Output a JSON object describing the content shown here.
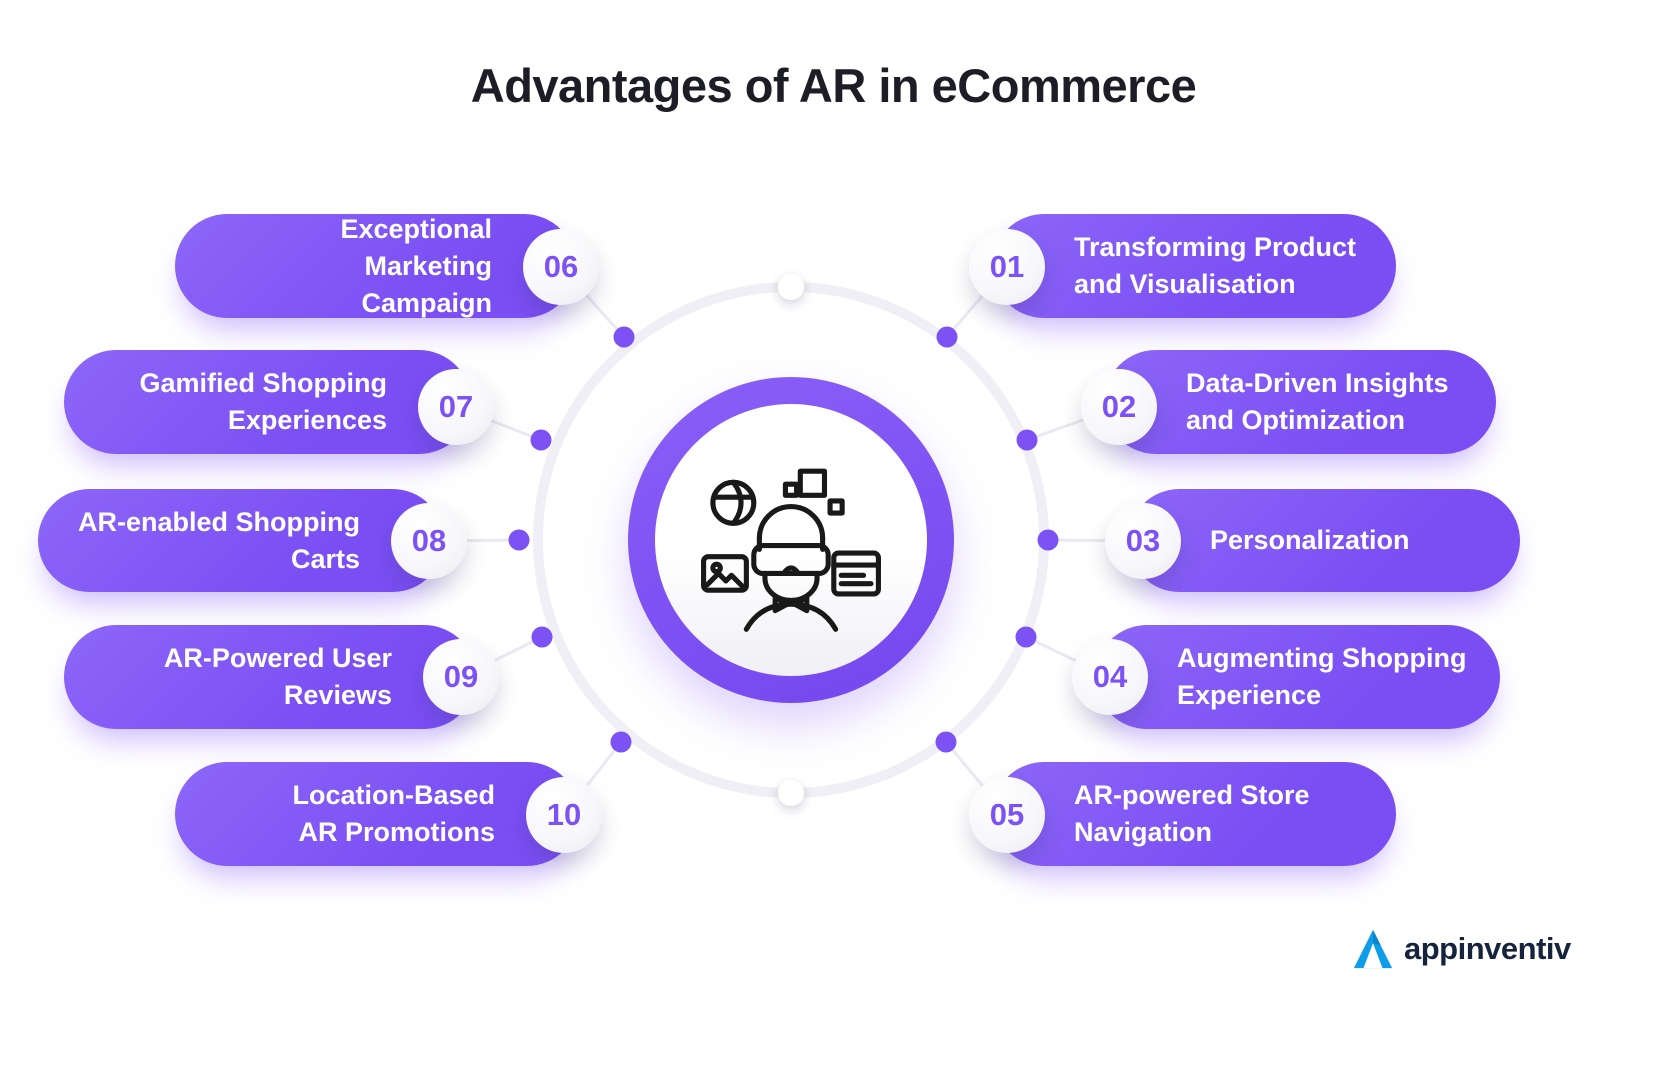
{
  "title": "Advantages of AR in eCommerce",
  "left_items": [
    {
      "num": "06",
      "label": "Exceptional Marketing\nCampaign"
    },
    {
      "num": "07",
      "label": "Gamified Shopping\nExperiences"
    },
    {
      "num": "08",
      "label": "AR-enabled Shopping\nCarts"
    },
    {
      "num": "09",
      "label": "AR-Powered User\nReviews"
    },
    {
      "num": "10",
      "label": "Location-Based\nAR Promotions"
    }
  ],
  "right_items": [
    {
      "num": "01",
      "label": "Transforming Product\nand Visualisation"
    },
    {
      "num": "02",
      "label": "Data-Driven Insights\nand Optimization"
    },
    {
      "num": "03",
      "label": "Personalization"
    },
    {
      "num": "04",
      "label": "Augmenting Shopping\nExperience"
    },
    {
      "num": "05",
      "label": "AR-powered Store\nNavigation"
    }
  ],
  "center": {
    "icon": "person-wearing-vr-headset-icon"
  },
  "logo": {
    "text": "appinventiv"
  },
  "colors": {
    "accent_purple": "#7C52F5",
    "pill_text": "#FFFFFF",
    "title_text": "#1D1D25",
    "logo_blue": "#0D9DE9",
    "connector_gray": "#E9E9F2"
  }
}
